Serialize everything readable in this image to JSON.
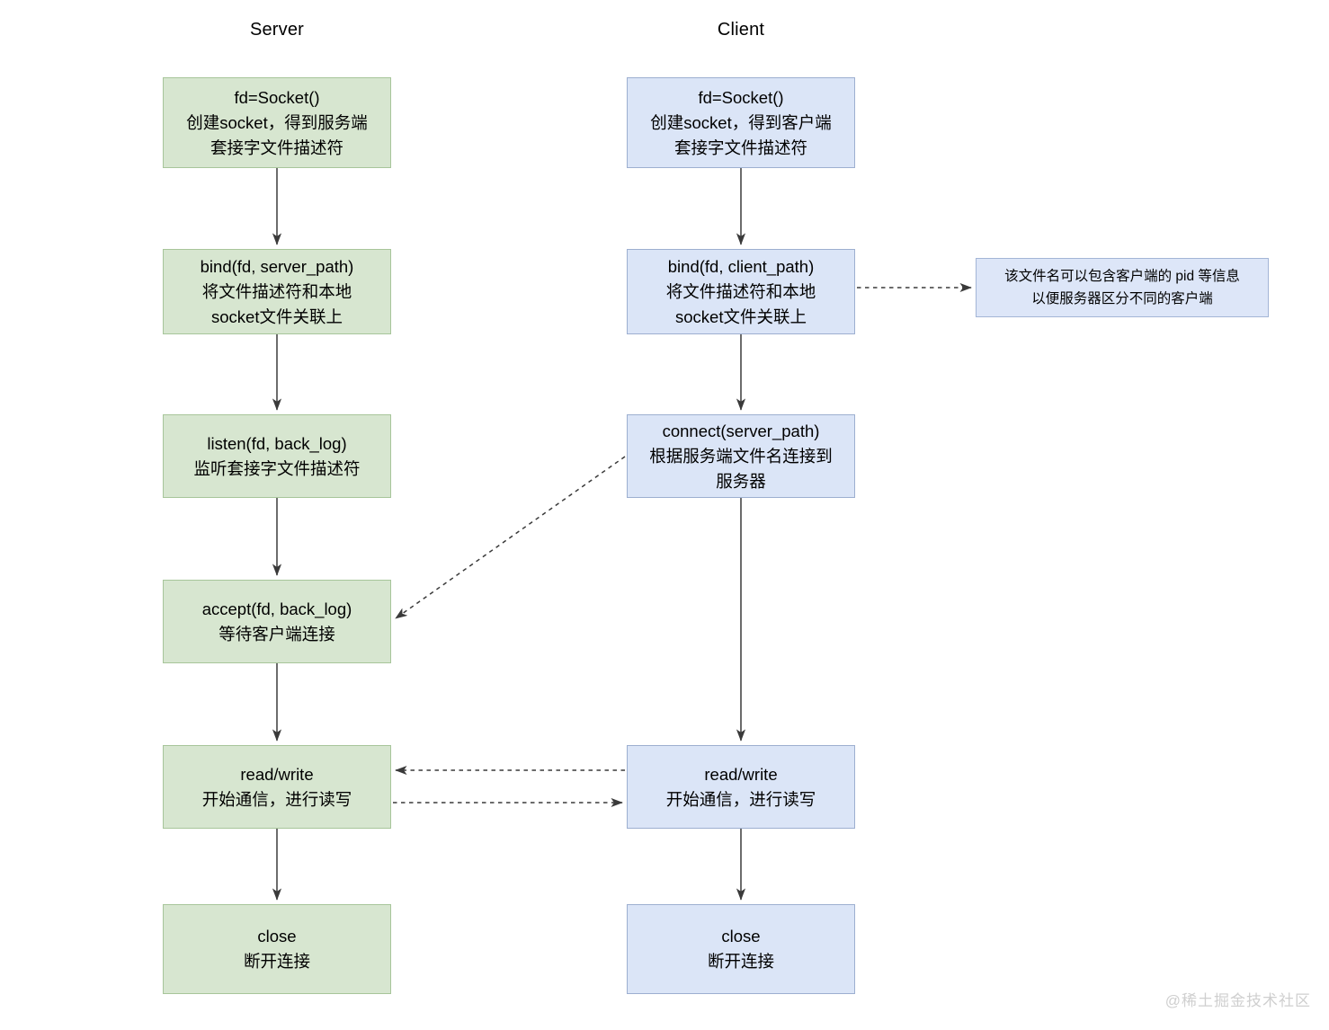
{
  "diagram": {
    "title_server": "Server",
    "title_client": "Client",
    "watermark": "@稀土掘金技术社区",
    "colors": {
      "server_fill": "#d7e6d0",
      "server_stroke": "#a7c59a",
      "client_fill": "#dbe5f7",
      "client_stroke": "#9dafd0",
      "note_fill": "#dde6f8",
      "note_stroke": "#a3b5d6",
      "arrow": "#3a3a3a",
      "watermark": "#cfcfcf"
    },
    "server_nodes": [
      {
        "id": "server-socket",
        "l1": "fd=Socket()",
        "l2": "创建socket，得到服务端",
        "l3": "套接字文件描述符"
      },
      {
        "id": "server-bind",
        "l1": "bind(fd, server_path)",
        "l2": "将文件描述符和本地",
        "l3": "socket文件关联上"
      },
      {
        "id": "server-listen",
        "l1": "listen(fd, back_log)",
        "l2": "监听套接字文件描述符",
        "l3": ""
      },
      {
        "id": "server-accept",
        "l1": "accept(fd, back_log)",
        "l2": "等待客户端连接",
        "l3": ""
      },
      {
        "id": "server-readwrite",
        "l1": "read/write",
        "l2": "开始通信，进行读写",
        "l3": ""
      },
      {
        "id": "server-close",
        "l1": "close",
        "l2": "断开连接",
        "l3": ""
      }
    ],
    "client_nodes": [
      {
        "id": "client-socket",
        "l1": "fd=Socket()",
        "l2": "创建socket，得到客户端",
        "l3": "套接字文件描述符"
      },
      {
        "id": "client-bind",
        "l1": "bind(fd, client_path)",
        "l2": "将文件描述符和本地",
        "l3": "socket文件关联上"
      },
      {
        "id": "client-connect",
        "l1": "connect(server_path)",
        "l2": "根据服务端文件名连接到",
        "l3": "服务器"
      },
      {
        "id": "client-readwrite",
        "l1": "read/write",
        "l2": "开始通信，进行读写",
        "l3": ""
      },
      {
        "id": "client-close",
        "l1": "close",
        "l2": "断开连接",
        "l3": ""
      }
    ],
    "note": {
      "id": "client-bind-note",
      "l1": "该文件名可以包含客户端的 pid 等信息",
      "l2": "以便服务器区分不同的客户端"
    },
    "connections": [
      {
        "from": "server-socket",
        "to": "server-bind",
        "style": "solid"
      },
      {
        "from": "server-bind",
        "to": "server-listen",
        "style": "solid"
      },
      {
        "from": "server-listen",
        "to": "server-accept",
        "style": "solid"
      },
      {
        "from": "server-accept",
        "to": "server-readwrite",
        "style": "solid"
      },
      {
        "from": "server-readwrite",
        "to": "server-close",
        "style": "solid"
      },
      {
        "from": "client-socket",
        "to": "client-bind",
        "style": "solid"
      },
      {
        "from": "client-bind",
        "to": "client-connect",
        "style": "solid"
      },
      {
        "from": "client-connect",
        "to": "client-readwrite",
        "style": "solid"
      },
      {
        "from": "client-readwrite",
        "to": "client-close",
        "style": "solid"
      },
      {
        "from": "client-bind",
        "to": "client-bind-note",
        "style": "dashed"
      },
      {
        "from": "client-connect",
        "to": "server-accept",
        "style": "dashed"
      },
      {
        "from": "client-readwrite",
        "to": "server-readwrite",
        "style": "dashed"
      },
      {
        "from": "server-readwrite",
        "to": "client-readwrite",
        "style": "dashed"
      }
    ]
  }
}
